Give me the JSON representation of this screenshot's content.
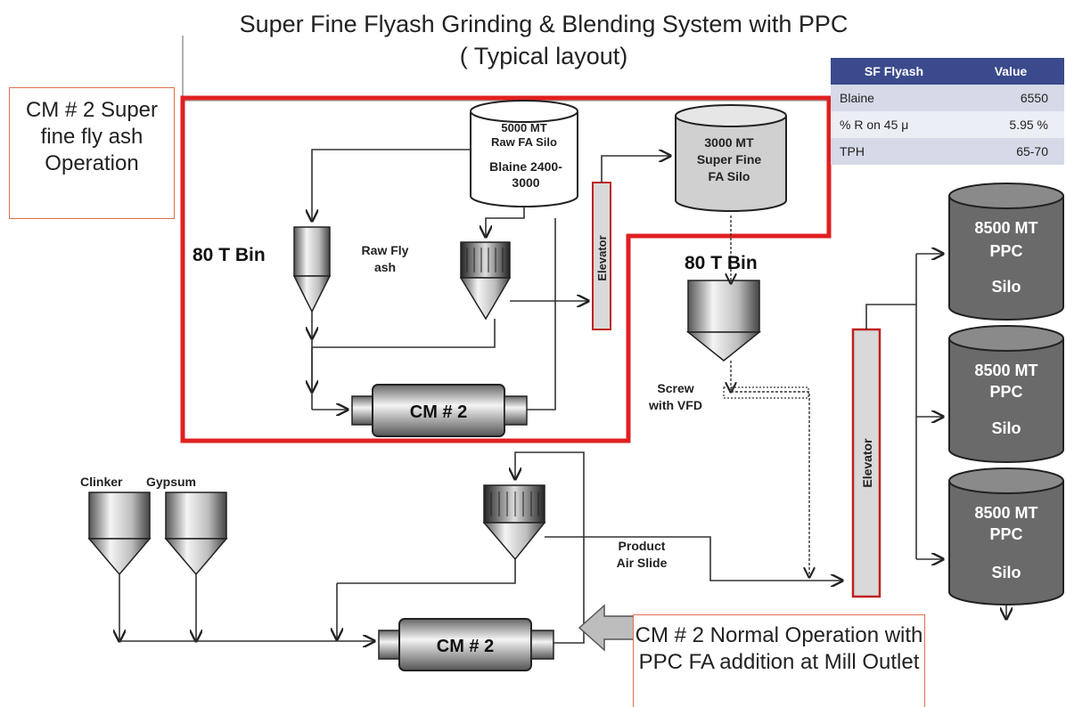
{
  "title": {
    "line1": "Super Fine Flyash  Grinding & Blending System with PPC",
    "line2": "( Typical layout)"
  },
  "callout_top": "CM # 2 Super fine fly ash Operation",
  "callout_bottom": "CM # 2 Normal Operation with PPC FA addition at Mill Outlet",
  "table": {
    "headers": [
      "SF Flyash",
      "Value"
    ],
    "rows": [
      {
        "param": "Blaine",
        "value": "6550"
      },
      {
        "param": "% R on 45 μ",
        "value": "5.95 %"
      },
      {
        "param": "TPH",
        "value": "65-70"
      }
    ]
  },
  "labels": {
    "raw_silo_1": "5000 MT",
    "raw_silo_2": "Raw FA Silo",
    "raw_silo_3": "Blaine 2400-",
    "raw_silo_4": "3000",
    "sf_silo_1": "3000 MT",
    "sf_silo_2": "Super Fine",
    "sf_silo_3": "FA Silo",
    "bin_left": "80 T Bin",
    "bin_right": "80 T Bin",
    "raw_fly_ash_1": "Raw Fly",
    "raw_fly_ash_2": "ash",
    "elevator": "Elevator",
    "cm2": "CM # 2",
    "screw_1": "Screw",
    "screw_2": "with VFD",
    "clinker": "Clinker",
    "gypsum": "Gypsum",
    "product_1": "Product",
    "product_2": "Air Slide",
    "ppc_1": "8500 MT",
    "ppc_2": "PPC",
    "ppc_3": "Silo"
  },
  "colors": {
    "red_boundary": "#e02020",
    "table_header": "#3b4a8c",
    "ppc_silo": "#6a6a6a",
    "sf_silo": "#d0d0d0"
  }
}
